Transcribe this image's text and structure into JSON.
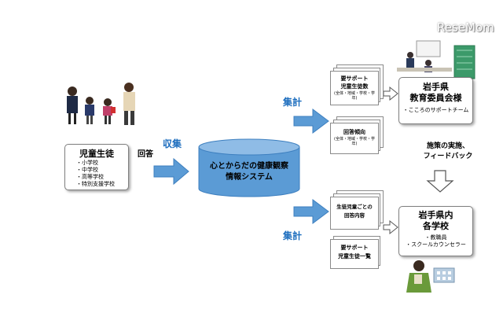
{
  "watermark": "ReseMom",
  "students": {
    "title": "児童生徒",
    "items": [
      "・小学校",
      "・中学校",
      "・高等学校",
      "・特別支援学校"
    ]
  },
  "kaito_label": "回答",
  "shushu_label": "収集",
  "system": {
    "line1": "心とからだの健康観察",
    "line2": "情報システム"
  },
  "shukei_top": "集計",
  "shukei_bottom": "集計",
  "docs_top": {
    "doc1": {
      "line1": "要サポート",
      "line2": "児童生徒数",
      "sub": "(全体・地域・学校・学年)"
    },
    "doc2": {
      "line1": "回答傾向",
      "sub": "(全体・地域・学校・学年)"
    }
  },
  "docs_bottom": {
    "doc1": {
      "line1": "生徒児童ごとの",
      "line2": "回答内容"
    },
    "doc2": {
      "line1": "要サポート",
      "line2": "児童生徒一覧"
    }
  },
  "board": {
    "line1": "岩手県",
    "line2": "教育委員会様",
    "sub": "・こころのサポートチーム"
  },
  "policy_label": {
    "line1": "施策の実施、",
    "line2": "フィードバック"
  },
  "schools": {
    "line1": "岩手県内",
    "line2": "各学校",
    "items": [
      "・教職員",
      "・スクールカウンセラー"
    ]
  },
  "colors": {
    "arrow_blue": "#5b9bd5",
    "label_blue": "#1f6fbf",
    "cylinder": "#5b9bd5"
  }
}
